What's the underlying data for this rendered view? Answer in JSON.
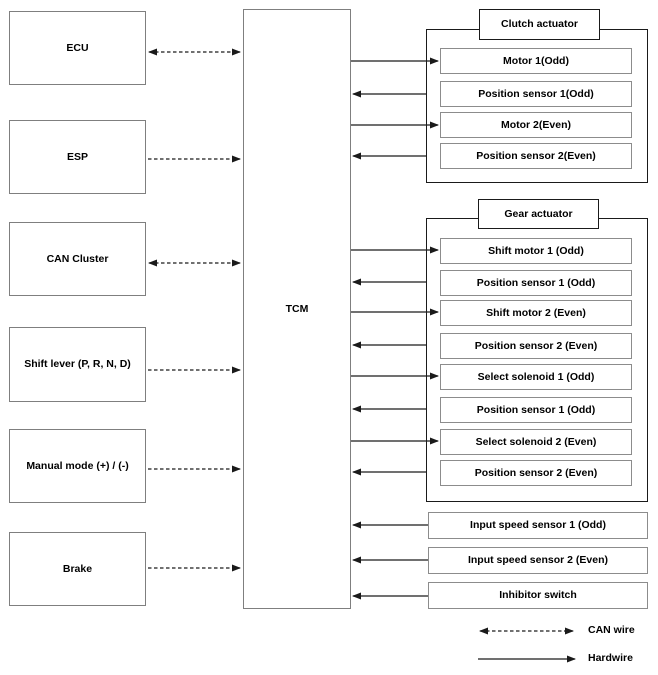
{
  "diagram": {
    "tcm_label": "TCM",
    "left_nodes": [
      {
        "label": "ECU",
        "wire": "CAN",
        "direction": "bidirectional"
      },
      {
        "label": "ESP",
        "wire": "CAN",
        "direction": "to-tcm"
      },
      {
        "label": "CAN Cluster",
        "wire": "CAN",
        "direction": "bidirectional"
      },
      {
        "label": "Shift lever (P, R, N, D)",
        "wire": "CAN",
        "direction": "to-tcm"
      },
      {
        "label": "Manual mode (+) / (-)",
        "wire": "CAN",
        "direction": "to-tcm"
      },
      {
        "label": "Brake",
        "wire": "CAN",
        "direction": "to-tcm"
      }
    ],
    "clutch_actuator": {
      "title": "Clutch actuator",
      "items": [
        {
          "label": "Motor 1(Odd)",
          "wire": "Hardwire",
          "direction": "from-tcm"
        },
        {
          "label": "Position sensor 1(Odd)",
          "wire": "Hardwire",
          "direction": "to-tcm"
        },
        {
          "label": "Motor 2(Even)",
          "wire": "Hardwire",
          "direction": "from-tcm"
        },
        {
          "label": "Position sensor 2(Even)",
          "wire": "Hardwire",
          "direction": "to-tcm"
        }
      ]
    },
    "gear_actuator": {
      "title": "Gear actuator",
      "items": [
        {
          "label": "Shift motor 1 (Odd)",
          "wire": "Hardwire",
          "direction": "from-tcm"
        },
        {
          "label": "Position sensor 1 (Odd)",
          "wire": "Hardwire",
          "direction": "to-tcm"
        },
        {
          "label": "Shift motor 2 (Even)",
          "wire": "Hardwire",
          "direction": "from-tcm"
        },
        {
          "label": "Position sensor 2 (Even)",
          "wire": "Hardwire",
          "direction": "to-tcm"
        },
        {
          "label": "Select solenoid 1 (Odd)",
          "wire": "Hardwire",
          "direction": "from-tcm"
        },
        {
          "label": "Position sensor 1 (Odd)",
          "wire": "Hardwire",
          "direction": "to-tcm"
        },
        {
          "label": "Select solenoid 2 (Even)",
          "wire": "Hardwire",
          "direction": "from-tcm"
        },
        {
          "label": "Position sensor 2 (Even)",
          "wire": "Hardwire",
          "direction": "to-tcm"
        }
      ]
    },
    "standalone_nodes": [
      {
        "label": "Input speed sensor 1 (Odd)",
        "wire": "Hardwire",
        "direction": "to-tcm"
      },
      {
        "label": "Input speed sensor 2 (Even)",
        "wire": "Hardwire",
        "direction": "to-tcm"
      },
      {
        "label": "Inhibitor switch",
        "wire": "Hardwire",
        "direction": "to-tcm"
      }
    ],
    "legend": {
      "can_label": "CAN wire",
      "hardwire_label": "Hardwire"
    },
    "colors": {
      "background": "#ffffff",
      "wire_line": "#1a1a1a",
      "node_border": "#7f7f7f",
      "group_border": "#1a1a1a",
      "text": "#000000"
    }
  }
}
